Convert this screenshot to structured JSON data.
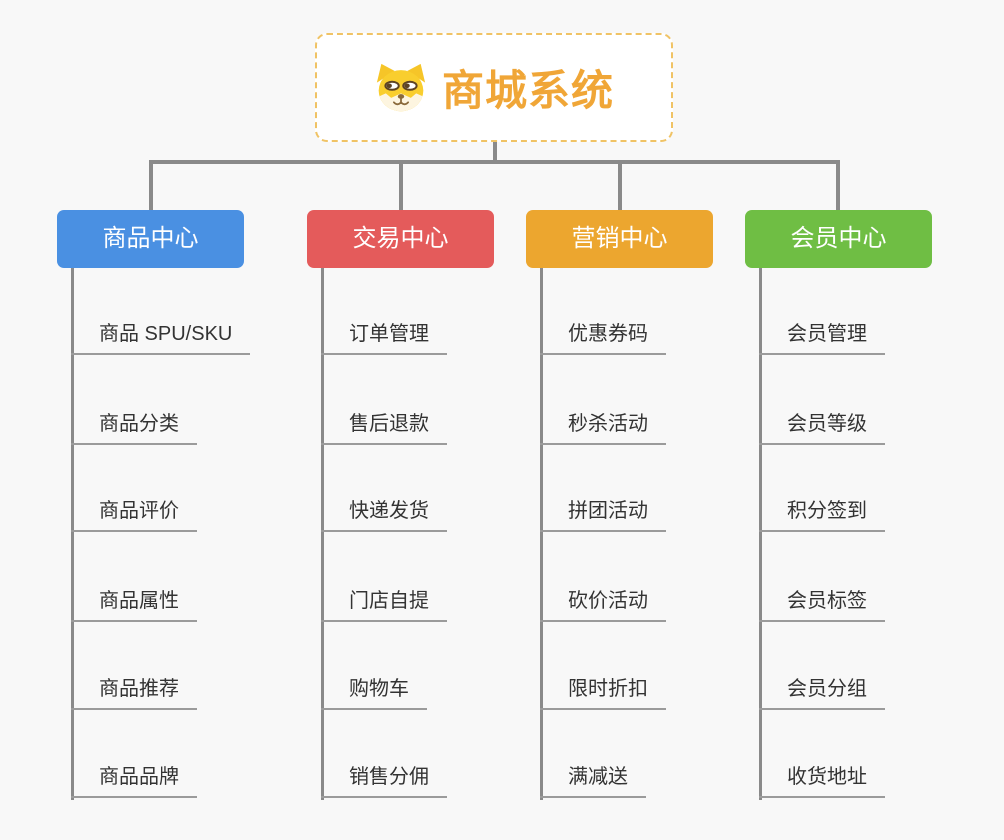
{
  "root": {
    "title": "商城系统",
    "icon": "shiba-dog-icon"
  },
  "colors": {
    "canvas_background": "#f8f8f8",
    "root_border": "#f0c365",
    "root_text": "#f0a637",
    "connector_line": "#8a8a8a",
    "child_underline": "#9b9b9b",
    "child_text": "#333333",
    "branch_text": "#ffffff"
  },
  "branches": [
    {
      "label": "商品中心",
      "color": "#4a90e2",
      "children": [
        "商品 SPU/SKU",
        "商品分类",
        "商品评价",
        "商品属性",
        "商品推荐",
        "商品品牌"
      ]
    },
    {
      "label": "交易中心",
      "color": "#e45b5b",
      "children": [
        "订单管理",
        "售后退款",
        "快递发货",
        "门店自提",
        "购物车",
        "销售分佣"
      ]
    },
    {
      "label": "营销中心",
      "color": "#eca62f",
      "children": [
        "优惠券码",
        "秒杀活动",
        "拼团活动",
        "砍价活动",
        "限时折扣",
        "满减送"
      ]
    },
    {
      "label": "会员中心",
      "color": "#6fbe44",
      "children": [
        "会员管理",
        "会员等级",
        "积分签到",
        "会员标签",
        "会员分组",
        "收货地址"
      ]
    }
  ]
}
